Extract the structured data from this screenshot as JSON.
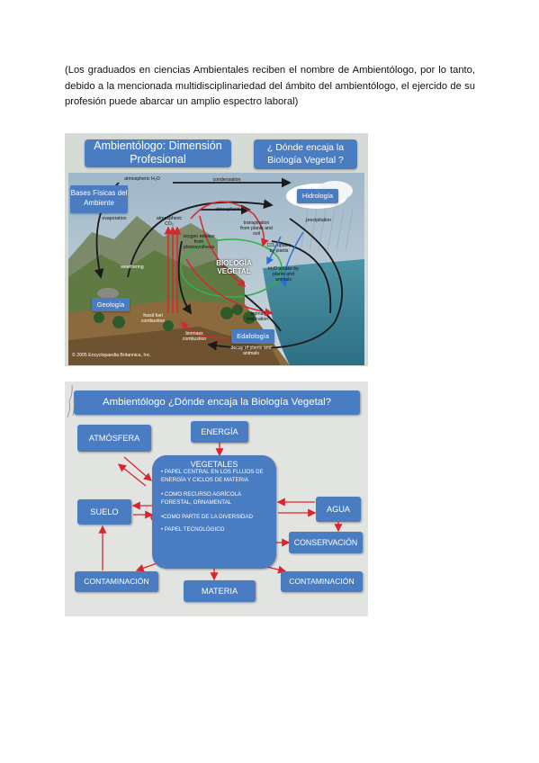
{
  "intro_text": "(Los graduados en ciencias Ambientales reciben el nombre de Ambientólogo, por lo tanto, debido a la mencionada multidisciplinariedad del ámbito del ambientólogo, el ejercido de su profesión puede abarcar un amplio espectro laboral)",
  "figure1": {
    "title": "Ambientólogo: Dimensión Profesional",
    "question": "¿ Dónde encaja la Biología Vegetal ?",
    "bases": "Bases Físicas del Ambiente",
    "hidrologia": "Hidrología",
    "geologia": "Geología",
    "edafologia": "Edafología",
    "biologia": "BIOLOGÍA VEGETAL",
    "labels": {
      "atm_h2o": "atmospheric H₂O",
      "condensation": "condensation",
      "evaporation": "evaporation",
      "atm_co2": "atmospheric CO₂",
      "atm_o2": "atmospheric O₂",
      "oxygen_release": "oxygen release from photosynthesis",
      "transpiration": "transpiration from plants and soil",
      "co2_uptake": "CO₂ uptake by plants",
      "precipitation": "precipitation",
      "weathering": "weathering",
      "h2o_uptake": "H₂O uptake by plants and animals",
      "fossil_fuel": "fossil fuel combustion",
      "animal_resp": "animal respiration",
      "biomass": "biomass combustion",
      "decay": "decay of plants and animals",
      "copyright": "© 2005 Encyclopaedia Britannica, Inc."
    }
  },
  "figure2": {
    "title": "Ambientólogo ¿Dónde encaja la Biología Vegetal?",
    "atmosfera": "ATMÓSFERA",
    "energia": "ENERGÍA",
    "vegetales": "VEGETALES",
    "items": [
      "• PAPEL CENTRAL EN LOS FLUJOS DE ENERGÍA Y CICLOS DE MATERIA",
      "• COMO RECURSO AGRÍCOLA FORESTAL, ORNAMENTAL",
      "•COMO PARTE DE LA DIVERSIDAD",
      "• PAPEL TECNOLÓGICO"
    ],
    "suelo": "SUELO",
    "agua": "AGUA",
    "conservacion": "CONSERVACIÓN",
    "contaminacion_left": "CONTAMINACIÓN",
    "materia": "MATERIA",
    "contaminacion_right": "CONTAMINACIÓN"
  },
  "colors": {
    "box_blue": "#4a7cc2",
    "arrow_red": "#d8262e",
    "arrow_black": "#1a1a1a"
  }
}
